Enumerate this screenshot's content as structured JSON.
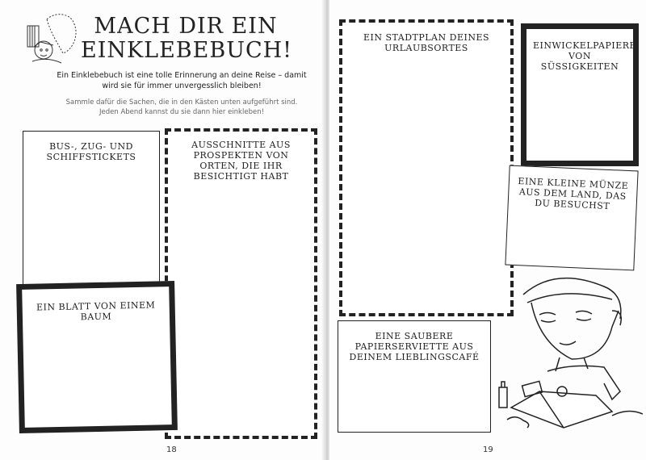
{
  "left_page": {
    "title": "MACH DIR EIN EINKLEBEBUCH!",
    "intro": "Ein Einklebebuch ist eine tolle Erinnerung an deine Reise – damit wird sie für immer unvergesslich bleiben!",
    "instructions": "Sammle dafür die Sachen, die in den Kästen unten aufgeführt sind. Jeden Abend kannst du sie dann hier einkleben!",
    "boxes": [
      {
        "label": "BUS-, ZUG- UND SCHIFFSTICKETS"
      },
      {
        "label": "AUSSCHNITTE AUS PROSPEKTEN VON ORTEN, DIE IHR BESICHTIGT HABT"
      },
      {
        "label": "EIN BLATT VON EINEM BAUM"
      }
    ],
    "page_number": "18"
  },
  "right_page": {
    "boxes": [
      {
        "label": "EIN STADTPLAN DEINES URLAUBSORTES"
      },
      {
        "label": "EINWICKELPAPIERE VON SÜSSIGKEITEN"
      },
      {
        "label": "EINE KLEINE MÜNZE AUS DEM LAND, DAS DU BESUCHST"
      },
      {
        "label": "EINE SAUBERE PAPIERSERVIETTE AUS DEINEM LIEBLINGSCAFÉ"
      }
    ],
    "page_number": "19"
  }
}
